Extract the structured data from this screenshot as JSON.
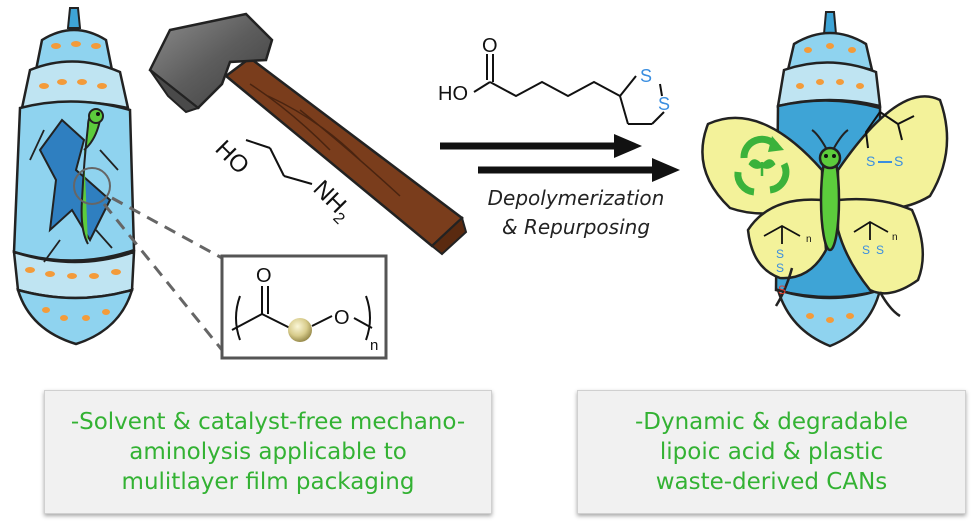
{
  "molecules": {
    "ethanolamine": {
      "ho": "HO",
      "nh2": "NH",
      "nh2_sub": "2"
    },
    "lipoic_acid": {
      "o": "O",
      "ho": "HO",
      "s_top": "S",
      "s_bottom": "S"
    },
    "polyester_unit": {
      "o_carbonyl": "O",
      "o_ester": "O",
      "n": "n"
    }
  },
  "arrow_label": {
    "line1": "Depolymerization",
    "line2": "& Repurposing"
  },
  "butterfly_labels": {
    "s": "S",
    "n": "n"
  },
  "captions": {
    "left": [
      "-Solvent & catalyst-free mechano-",
      "aminolysis applicable to",
      "mulitlayer film packaging"
    ],
    "right": [
      "-Dynamic & degradable",
      "lipoic acid & plastic",
      "waste-derived CANs"
    ]
  },
  "colors": {
    "cocoon": "#8fd3ef",
    "cocoon_dark": "#3ea4d6",
    "band": "#bfe4f2",
    "spots": "#f39b3a",
    "caterpillar": "#5ccc3c",
    "wing": "#f3f29a",
    "sulfur": "#3a8ee0",
    "sulfur_red": "#e43a2a",
    "caption_text": "#33b233"
  }
}
